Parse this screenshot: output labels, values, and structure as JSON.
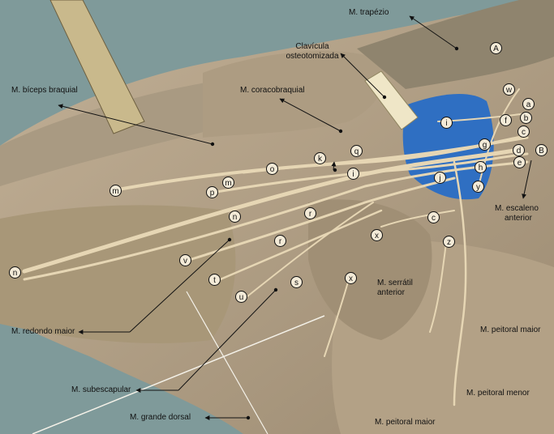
{
  "labels": {
    "trapezio": "M. trapézio",
    "clavicula_1": "Clavícula",
    "clavicula_2": "osteotomizada",
    "biceps": "M. bíceps braquial",
    "coracobraquial": "M. coracobraquial",
    "escaleno_1": "M. escaleno",
    "escaleno_2": "anterior",
    "serratil_1": "M. serrátil",
    "serratil_2": "anterior",
    "redondo": "M. redondo maior",
    "subescapular": "M.  subescapular",
    "grande_dorsal": "M.  grande dorsal",
    "peitoral_maior_1": "M. peitoral maior",
    "peitoral_menor": "M. peitoral menor",
    "peitoral_maior_2": "M. peitoral maior"
  },
  "markers": {
    "A": "A",
    "B": "B",
    "w": "w",
    "a": "a",
    "b": "b",
    "c1": "c",
    "d": "d",
    "e": "e",
    "f": "f",
    "g": "g",
    "h": "h",
    "i1": "i",
    "i2": "i",
    "j": "j",
    "k": "k",
    "q": "q",
    "o": "o",
    "m1": "m",
    "m2": "m",
    "p": "p",
    "n1": "n",
    "n2": "n",
    "r1": "r",
    "r2": "r",
    "v": "v",
    "t": "t",
    "u": "u",
    "s": "s",
    "x1": "x",
    "x2": "x",
    "c2": "c",
    "z": "z",
    "y": "y"
  },
  "colors": {
    "background": "#7f9a9a",
    "tissue": "#b7a58b",
    "muscle": "#a4937a",
    "nerve": "#e6d6b4",
    "dye": "#2f6fc2"
  }
}
